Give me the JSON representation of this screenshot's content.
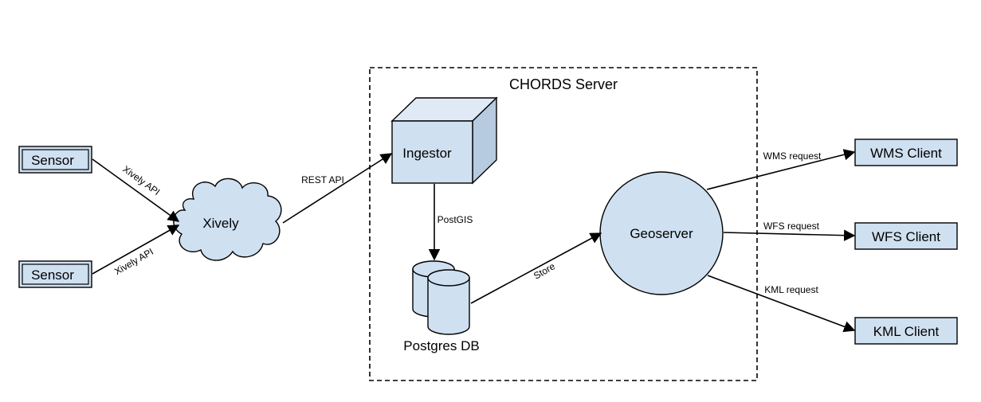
{
  "colors": {
    "node_fill": "#cfe0f1",
    "node_side": "#b7cbe0",
    "node_top": "#dfeaf6",
    "stroke": "#000000"
  },
  "server": {
    "title": "CHORDS Server"
  },
  "nodes": {
    "sensor_1": "Sensor",
    "sensor_2": "Sensor",
    "xively": "Xively",
    "ingestor": "Ingestor",
    "postgres": "Postgres DB",
    "geoserver": "Geoserver",
    "wms_client": "WMS Client",
    "wfs_client": "WFS Client",
    "kml_client": "KML Client"
  },
  "edges": {
    "sensor1_xively": "Xively API",
    "sensor2_xively": "Xively API",
    "xively_ingestor": "REST API",
    "ingestor_postgres": "PostGIS",
    "postgres_geoserver": "Store",
    "geoserver_wms": "WMS request",
    "geoserver_wfs": "WFS request",
    "geoserver_kml": "KML request"
  }
}
